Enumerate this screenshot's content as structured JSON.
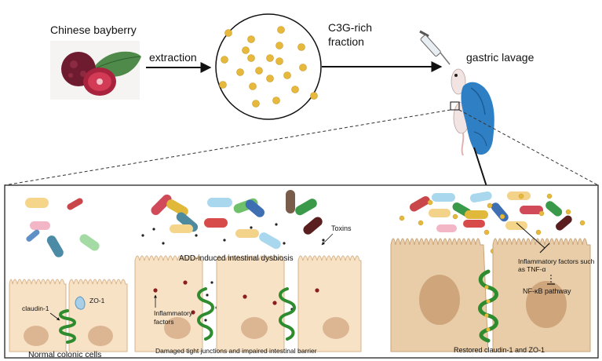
{
  "top": {
    "source_label": "Chinese bayberry",
    "step1_label": "extraction",
    "fraction_label_line1": "C3G-rich",
    "fraction_label_line2": "fraction",
    "step2_label": "gastric lavage"
  },
  "panel_left": {
    "claudin_label": "claudin-1",
    "zo_label": "ZO-1",
    "caption": "Normal colonic cells"
  },
  "panel_middle": {
    "toxins_label": "Toxins",
    "dysbiosis_label": "ADD-induced intestinal dysbiosis",
    "inflammatory_line1": "Inflammatory",
    "inflammatory_line2": "factors",
    "caption": "Damaged tight junctions and impaired intestinal barrier"
  },
  "panel_right": {
    "inflam_line1": "Inflammatory factors such",
    "inflam_line2": "as TNF-α",
    "pathway_label": "NF-κB pathway",
    "caption": "Restored claudin-1 and ZO-1"
  },
  "colors": {
    "cell_fill": "#f7e2c6",
    "cell_stroke": "#d7b48c",
    "nucleus": "#dcb693",
    "junction_green": "#2e8b2e",
    "c3g_yellow": "#e6b83c",
    "glove_blue": "#2f7fc4"
  },
  "icons": [
    "bayberry-icon",
    "syringe-icon",
    "mouse-icon",
    "gloved-hand-icon",
    "bacteria-icon",
    "tight-junction-icon"
  ]
}
